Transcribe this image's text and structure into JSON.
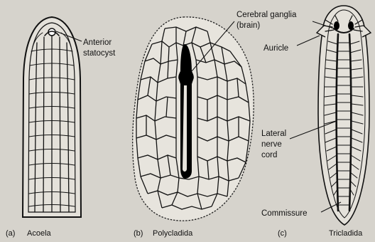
{
  "panels": [
    {
      "id": "a",
      "caption_letter": "(a)",
      "caption_name": "Acoela",
      "labels": [
        "Anterior",
        "statocyst"
      ]
    },
    {
      "id": "b",
      "caption_letter": "(b)",
      "caption_name": "Polycladida",
      "labels": [
        "Cerebral ganglia",
        "(brain)"
      ]
    },
    {
      "id": "c",
      "caption_letter": "(c)",
      "caption_name": "Tricladida",
      "labels": {
        "auricle": "Auricle",
        "lateral_nerve_cord": [
          "Lateral",
          "nerve",
          "cord"
        ],
        "commissure": "Commissure"
      }
    }
  ]
}
